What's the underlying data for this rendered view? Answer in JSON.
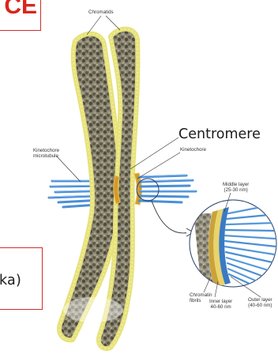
{
  "slide_fragments": {
    "top_right_red_text": "CE",
    "lower_left_text": "ka)"
  },
  "labels": {
    "chromatids": "Chromatids",
    "centromere": "Centromere",
    "kinetochore": "Kinetochore",
    "kinetochore_microtubule_1": "Kinetochore",
    "kinetochore_microtubule_2": "microtubule",
    "middle_layer_1": "Middle layer",
    "middle_layer_2": "(25-30 nm)",
    "chromatin_fibrils_1": "Chromatin",
    "chromatin_fibrils_2": "fibrils",
    "inner_layer_1": "Inner layer",
    "inner_layer_2": "40-60 nm",
    "outer_layer_1": "Outer layer",
    "outer_layer_2": "(40-60 nm)"
  },
  "colors": {
    "accent_red": "#d9261c",
    "chromatin_dark": "#6e6a58",
    "chromatin_yellow": "#e8e27a",
    "microtubule_blue": "#4a8fd6",
    "kinetochore_orange": "#d49a2a"
  }
}
